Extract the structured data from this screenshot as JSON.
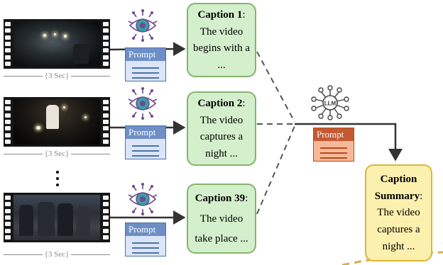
{
  "clips": [
    {
      "duration": "{3 Sec}"
    },
    {
      "duration": "{3 Sec}"
    },
    {
      "duration": "{3 Sec}"
    }
  ],
  "prompt_label": "Prompt",
  "llm_icon_text": "LLM",
  "captions": [
    {
      "title": "Caption 1",
      "colon": ":",
      "lines": [
        "The video",
        "begins with a",
        "..."
      ]
    },
    {
      "title": "Caption 2",
      "colon": ":",
      "lines": [
        "The video",
        "captures a",
        "night ..."
      ]
    },
    {
      "title": "Caption 39",
      "colon": ":",
      "lines": [
        "The video",
        "take place ..."
      ]
    }
  ],
  "summary": {
    "line1": "Caption",
    "title": "Summary",
    "colon": ":",
    "lines": [
      "The video",
      "captures a",
      "night ..."
    ]
  },
  "colors": {
    "caption_fill": "#d4efcc",
    "caption_border": "#84b36e",
    "summary_fill": "#fcf0ae",
    "summary_border": "#dcb638",
    "prompt_blue": "#6d8fc6",
    "prompt_orange": "#c35a33",
    "icon_purple": "#6f4a8e",
    "icon_teal": "#3a9fa8"
  }
}
